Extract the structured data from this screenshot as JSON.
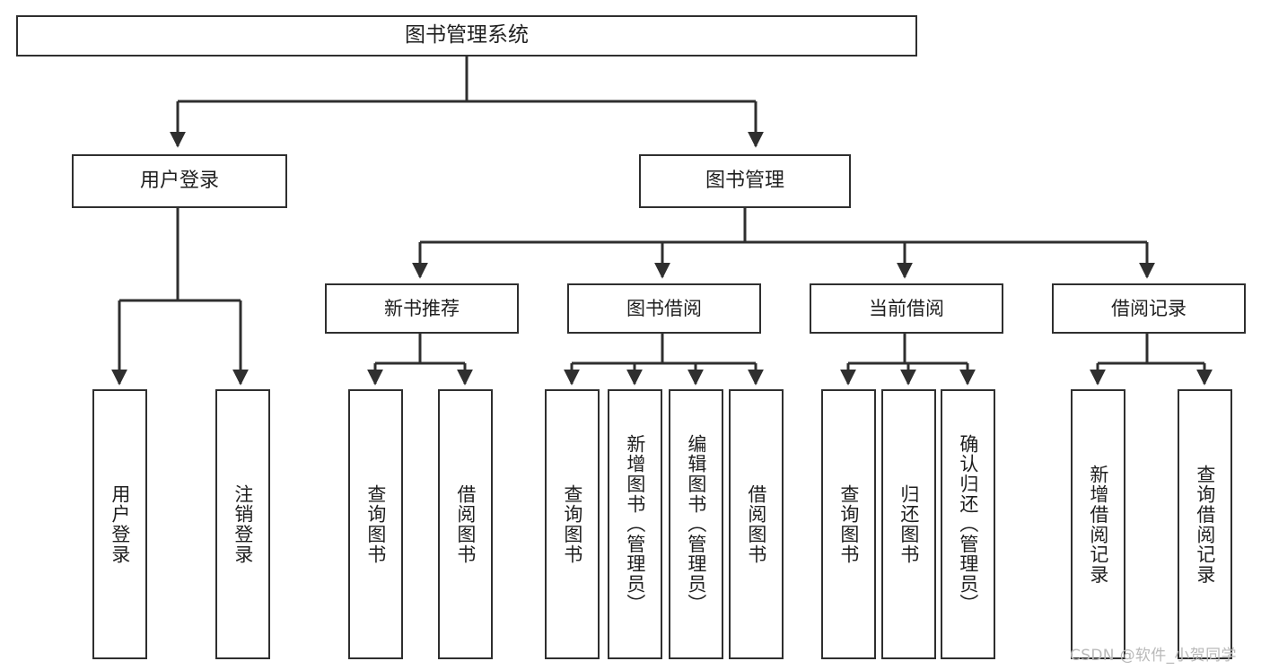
{
  "diagram": {
    "title": "图书管理系统",
    "type": "tree-hierarchy",
    "watermark": "CSDN @软件_小贺同学",
    "colors": {
      "stroke": "#2f2f2f",
      "fill": "#ffffff",
      "text": "#1f1f1f",
      "watermark": "#b9b9b9"
    }
  },
  "nodes": {
    "root": {
      "label": "图书管理系统",
      "level": 1
    },
    "user_login": {
      "label": "用户登录",
      "level": 2
    },
    "book_manage": {
      "label": "图书管理",
      "level": 2
    },
    "new_book_rec": {
      "label": "新书推荐",
      "level": 3
    },
    "book_borrow": {
      "label": "图书借阅",
      "level": 3
    },
    "current_borrow": {
      "label": "当前借阅",
      "level": 3
    },
    "borrow_record": {
      "label": "借阅记录",
      "level": 3
    },
    "leaf_user_login": {
      "label": "用户登录",
      "level": 4
    },
    "leaf_logout": {
      "label": "注销登录",
      "level": 4
    },
    "leaf_query_book_1": {
      "label": "查询图书",
      "level": 4
    },
    "leaf_borrow_book_1": {
      "label": "借阅图书",
      "level": 4
    },
    "leaf_query_book_2": {
      "label": "查询图书",
      "level": 4
    },
    "leaf_add_book": {
      "label": "新增图书（管理员）",
      "level": 4
    },
    "leaf_edit_book": {
      "label": "编辑图书（管理员）",
      "level": 4
    },
    "leaf_borrow_book_2": {
      "label": "借阅图书",
      "level": 4
    },
    "leaf_query_book_3": {
      "label": "查询图书",
      "level": 4
    },
    "leaf_return_book": {
      "label": "归还图书",
      "level": 4
    },
    "leaf_confirm_return": {
      "label": "确认归还（管理员）",
      "level": 4
    },
    "leaf_add_record": {
      "label": "新增借阅记录",
      "level": 4
    },
    "leaf_query_record": {
      "label": "查询借阅记录",
      "level": 4
    }
  },
  "hierarchy": [
    {
      "label": "图书管理系统",
      "children": [
        {
          "label": "用户登录",
          "children": [
            {
              "label": "用户登录"
            },
            {
              "label": "注销登录"
            }
          ]
        },
        {
          "label": "图书管理",
          "children": [
            {
              "label": "新书推荐",
              "children": [
                {
                  "label": "查询图书"
                },
                {
                  "label": "借阅图书"
                }
              ]
            },
            {
              "label": "图书借阅",
              "children": [
                {
                  "label": "查询图书"
                },
                {
                  "label": "新增图书（管理员）"
                },
                {
                  "label": "编辑图书（管理员）"
                },
                {
                  "label": "借阅图书"
                }
              ]
            },
            {
              "label": "当前借阅",
              "children": [
                {
                  "label": "查询图书"
                },
                {
                  "label": "归还图书"
                },
                {
                  "label": "确认归还（管理员）"
                }
              ]
            },
            {
              "label": "借阅记录",
              "children": [
                {
                  "label": "新增借阅记录"
                },
                {
                  "label": "查询借阅记录"
                }
              ]
            }
          ]
        }
      ]
    }
  ]
}
